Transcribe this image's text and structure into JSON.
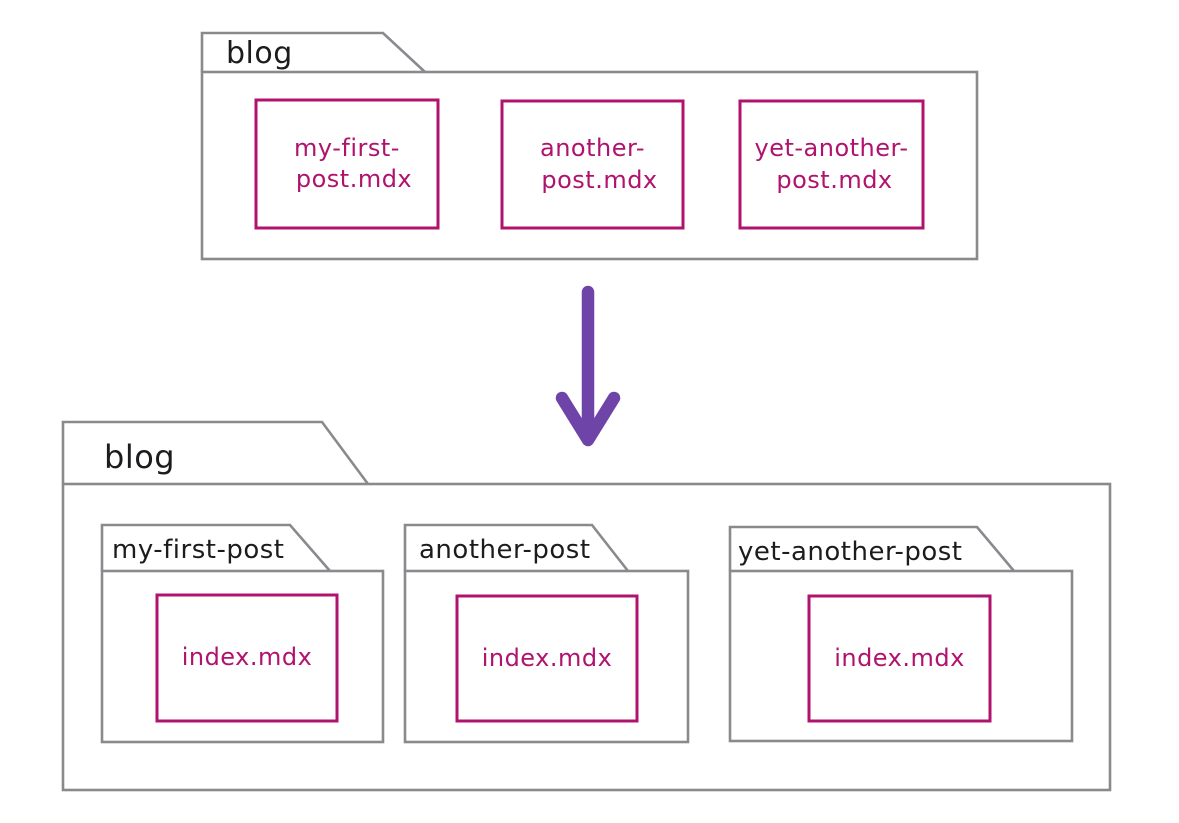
{
  "colors": {
    "line_gray": "#8a8a8e",
    "magenta": "#b0136e",
    "ink": "#1c1c1e",
    "purple": "#6f44a8",
    "background": "#ffffff"
  },
  "before": {
    "folder_label": "blog",
    "files": [
      {
        "line1": "my-first-",
        "line2": "post.mdx"
      },
      {
        "line1": "another-",
        "line2": "post.mdx"
      },
      {
        "line1": "yet-another-",
        "line2": "post.mdx"
      }
    ]
  },
  "arrow": {
    "direction": "down"
  },
  "after": {
    "folder_label": "blog",
    "subfolders": [
      {
        "label": "my-first-post",
        "file": "index.mdx"
      },
      {
        "label": "another-post",
        "file": "index.mdx"
      },
      {
        "label": "yet-another-post",
        "file": "index.mdx"
      }
    ]
  }
}
